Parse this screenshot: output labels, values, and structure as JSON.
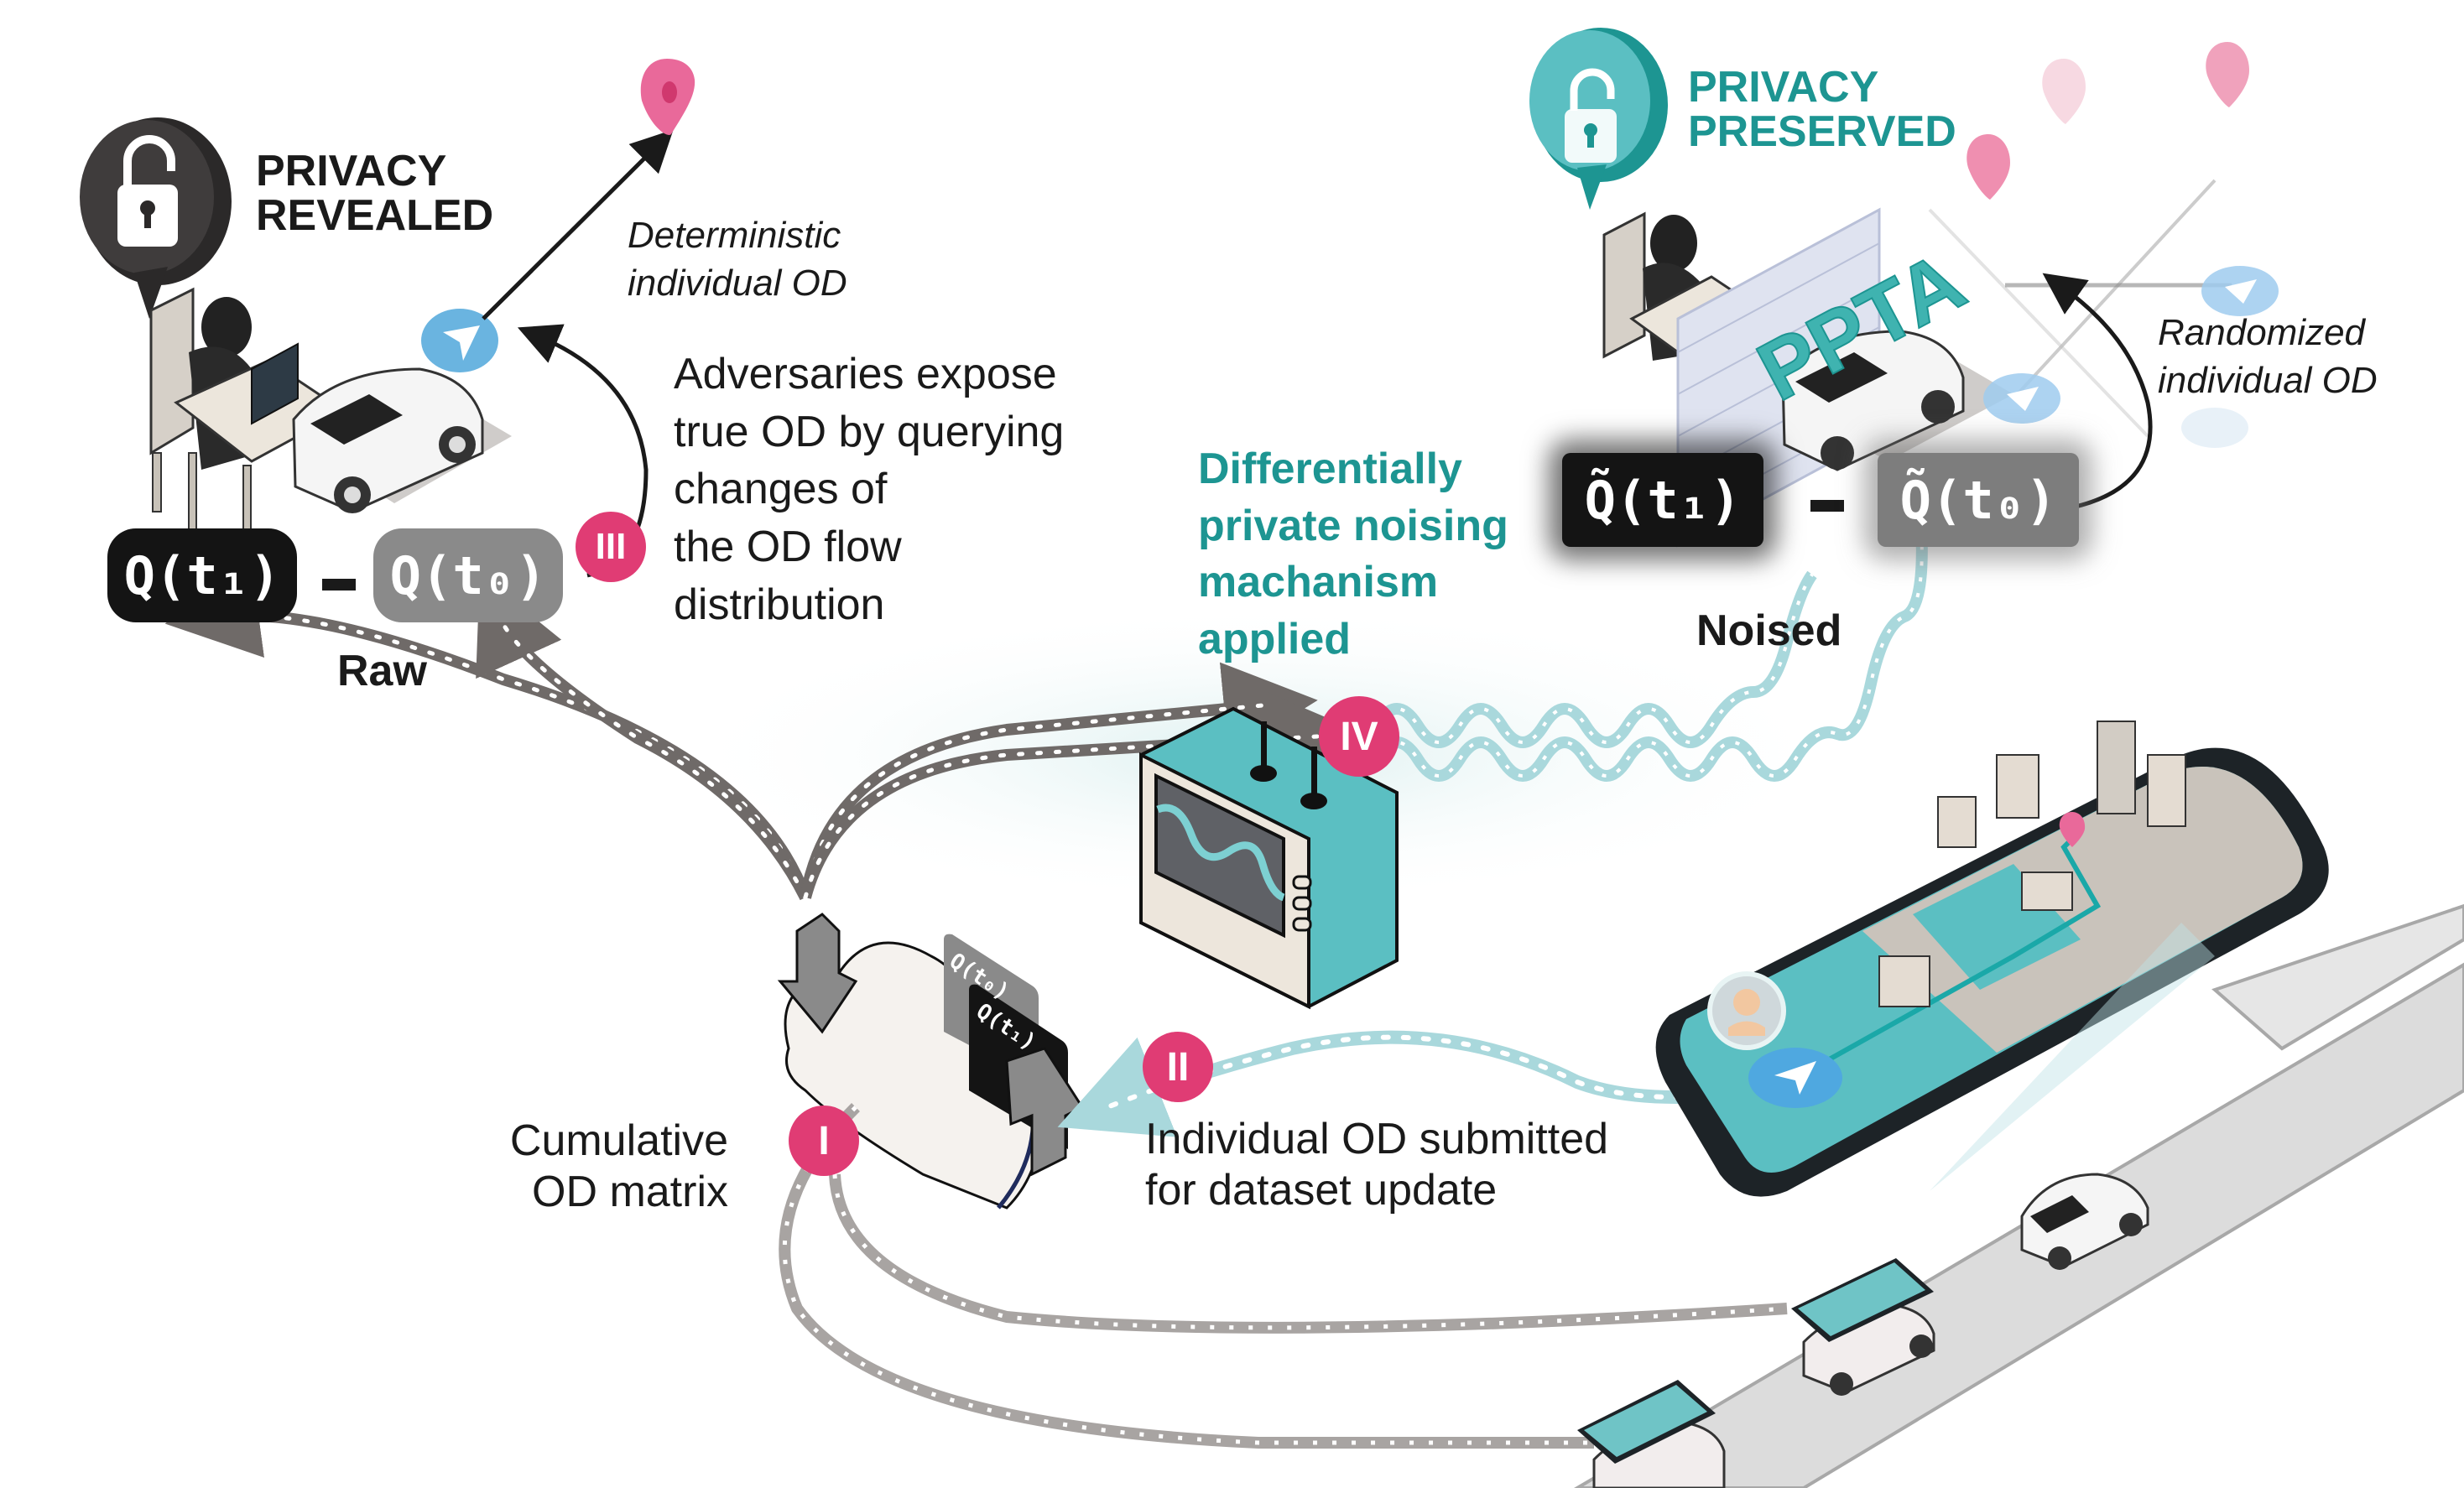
{
  "diagram": {
    "privacy_revealed": {
      "title_line1": "PRIVACY",
      "title_line2": "REVEALED",
      "icon": "lock-icon"
    },
    "privacy_preserved": {
      "title_line1": "PRIVACY",
      "title_line2": "PRESERVED",
      "icon": "lock-icon",
      "wall_label": "PPTA"
    },
    "deterministic_label": {
      "line1": "Deterministic",
      "line2": "individual OD"
    },
    "randomized_label": {
      "line1": "Randomized",
      "line2": "individual OD"
    },
    "adversary_text": {
      "line1": "Adversaries expose",
      "line2": "true OD by querying",
      "line3": "changes of",
      "line4": "the OD flow",
      "line5": "distribution"
    },
    "dp_text": {
      "line1": "Differentially",
      "line2": "private noising",
      "line3": "machanism",
      "line4": "applied"
    },
    "raw_queries": {
      "q1": "Q(t₁)",
      "minus": "-",
      "q0": "Q(t₀)",
      "label": "Raw"
    },
    "noised_queries": {
      "q1": "Q̃(t₁)",
      "minus": "-",
      "q0": "Q̃(t₀)",
      "label": "Noised"
    },
    "cloud_cards": {
      "back": "Q(t₀)",
      "front": "Q(t₁)"
    },
    "cumulative_label": {
      "line1": "Cumulative",
      "line2": "OD matrix"
    },
    "submit_label": {
      "line1": "Individual OD submitted",
      "line2": "for dataset update"
    },
    "steps": {
      "I": "I",
      "II": "II",
      "III": "III",
      "IV": "IV"
    },
    "colors": {
      "badge": "#e03c74",
      "teal": "#1d9592",
      "teal_light": "#5bbfc2",
      "pin_pink": "#e9699a",
      "nav_blue": "#6ab4e0",
      "flow_gray": "#7a7472",
      "flow_teal": "#a9d8dc"
    }
  }
}
